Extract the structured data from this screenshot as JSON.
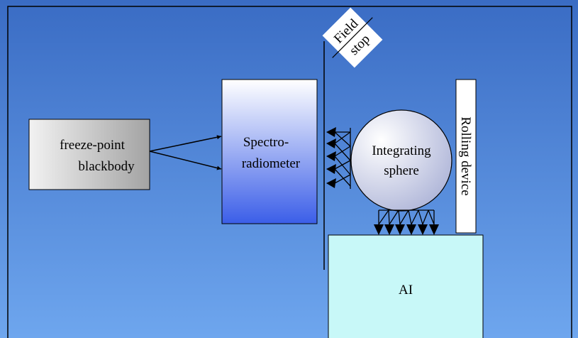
{
  "diagram": {
    "blackbody_label_line1": "freeze-point",
    "blackbody_label_line2": "blackbody",
    "spectro_label_line1": "Spectro-",
    "spectro_label_line2": "radiometer",
    "sphere_label_line1": "Integrating",
    "sphere_label_line2": "sphere",
    "field_stop_line1": "Field",
    "field_stop_line2": "stop",
    "rolling_device_label": "Rolling device",
    "ai_label": "AI"
  }
}
